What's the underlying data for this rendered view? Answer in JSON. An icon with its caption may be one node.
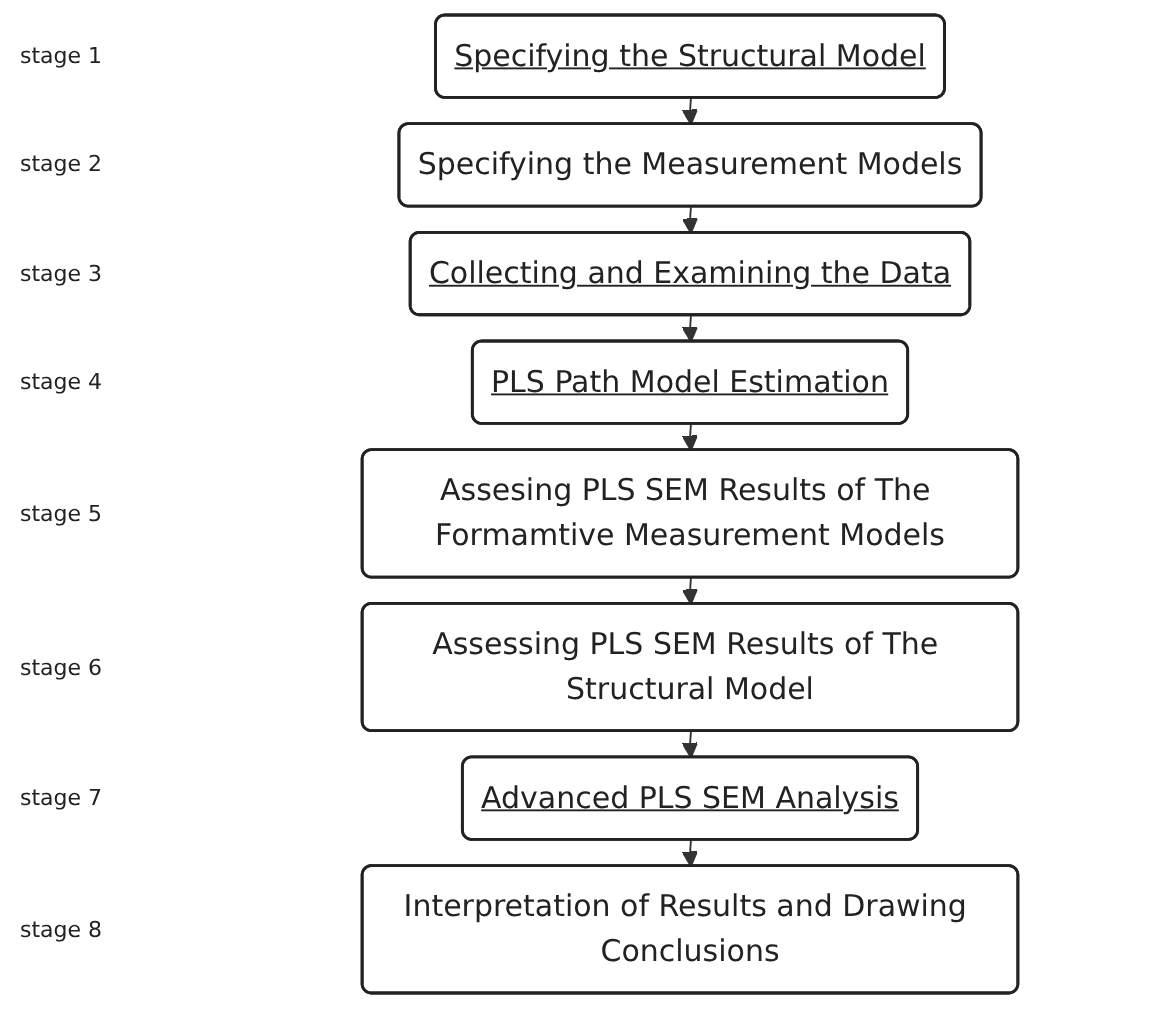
{
  "diagram": {
    "nodes": [
      {
        "text": [
          "Specifying the Structural Model"
        ]
      },
      {
        "text": [
          "Specifying the Measurement Models"
        ]
      },
      {
        "text": [
          "Collecting and Examining the Data"
        ]
      },
      {
        "text": [
          "PLS Path Model Estimation"
        ]
      },
      {
        "text": [
          "Assesing PLS SEM Results of The Formamtive Measurement Models"
        ]
      },
      {
        "text": [
          "Assessing PLS SEM Results of The Structural Model"
        ]
      },
      {
        "text": [
          "Advanced PLS SEM Analysis"
        ]
      },
      {
        "text": [
          "Interpretation of Results and Drawing Conclusions"
        ]
      }
    ],
    "edges": [
      {
        "from": 0,
        "to": 1,
        "arrow": "to"
      },
      {
        "from": 1,
        "to": 2,
        "arrow": "to"
      },
      {
        "from": 2,
        "to": 3,
        "arrow": "to"
      },
      {
        "from": 3,
        "to": 4,
        "arrow": "to"
      },
      {
        "from": 4,
        "to": 5,
        "arrow": "to"
      },
      {
        "from": 5,
        "to": 6,
        "arrow": "to"
      },
      {
        "from": 6,
        "to": 7,
        "arrow": "to"
      }
    ],
    "labels": [
      "stage 1",
      "stage 2",
      "stage 3",
      "stage 4",
      "stage 5",
      "stage 6",
      "stage 7",
      "stage 8"
    ]
  }
}
